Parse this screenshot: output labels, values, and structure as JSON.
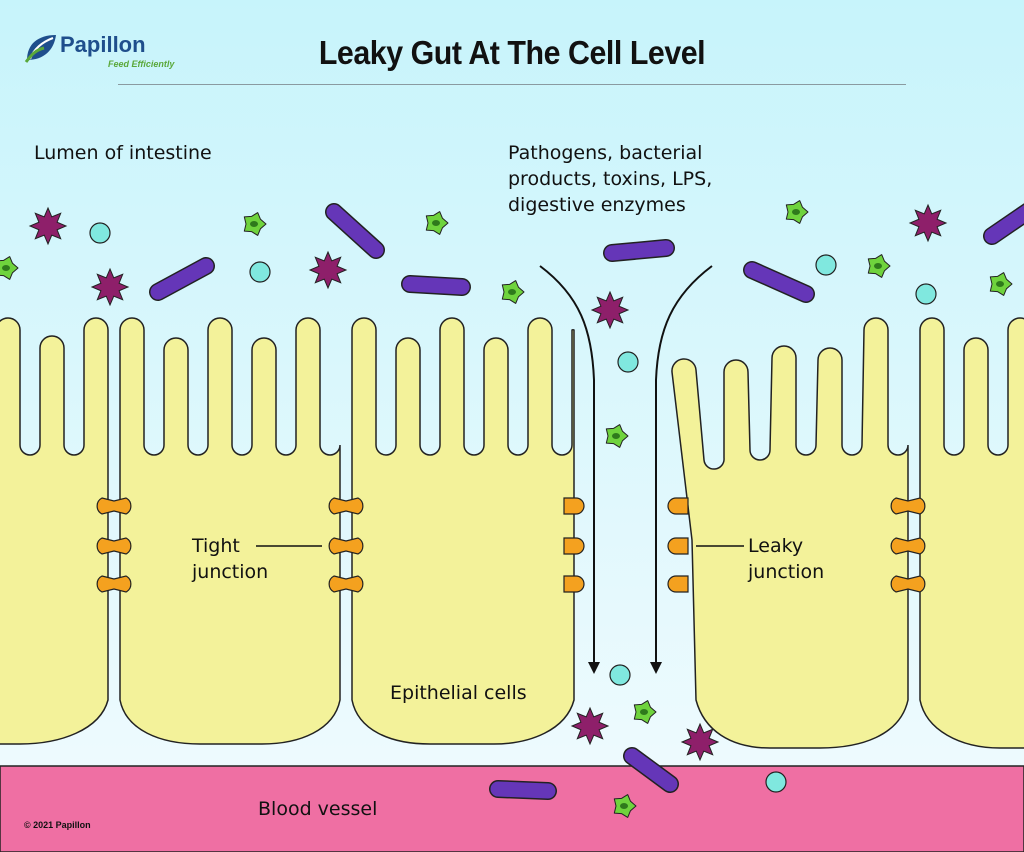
{
  "title": "Leaky Gut At The Cell Level",
  "logo": {
    "name": "Papillon",
    "tagline": "Feed Efficiently"
  },
  "labels": {
    "lumen": "Lumen of intestine",
    "pathogens": [
      "Pathogens, bacterial",
      "products, toxins, LPS,",
      "digestive enzymes"
    ],
    "tight_junction": [
      "Tight",
      "junction"
    ],
    "leaky_junction": [
      "Leaky",
      "junction"
    ],
    "epithelial": "Epithelial cells",
    "blood_vessel": "Blood vessel"
  },
  "copyright": "© 2021 Papillon",
  "colors": {
    "sky_top": "#c7f4fb",
    "sky_bottom": "#f2fbfe",
    "cell": "#f3f29a",
    "junction": "#f4a11f",
    "blood": "#ef6fa3",
    "rod": "#6536b8",
    "star": "#8e1f6a",
    "sphere": "#80e8df",
    "green_cell": "#6fd33d",
    "brand_blue": "#1f4e8c",
    "brand_green": "#5aa83a"
  },
  "icons": [
    "papillon-leaf-logo-icon",
    "bacterium-rod-icon",
    "toxin-star-icon",
    "particle-sphere-icon",
    "green-microbe-icon",
    "arrow-down-icon"
  ]
}
